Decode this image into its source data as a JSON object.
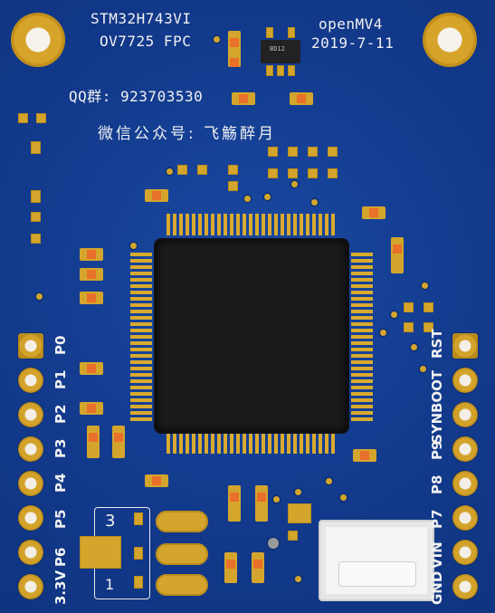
{
  "board": {
    "mcu_label": "STM32H743VI",
    "camera_label": "OV7725 FPC",
    "brand_label": "openMV4",
    "date_label": "2019-7-11",
    "qq_label": "QQ群: 923703530",
    "wechat_label": "微信公众号:  飞觞醉月",
    "ic_marking": "BD12"
  },
  "left_header": {
    "pins": [
      "P0",
      "P1",
      "P2",
      "P3",
      "P4",
      "P5",
      "3.3V",
      "P6"
    ]
  },
  "right_header": {
    "pins": [
      "RST",
      "BOOT",
      "SYN",
      "P9",
      "P8",
      "P7",
      "VIN",
      "GND"
    ]
  },
  "jumper_numbers": {
    "top": "3",
    "bottom": "1"
  },
  "colors": {
    "soldermask": "#123d8f",
    "copper": "#d4a52d",
    "silkscreen": "#f1f1f1",
    "chip": "#1b1b1d",
    "component": "#e9702a"
  },
  "icons": [
    "mounting-hole-icon",
    "usb-connector-icon",
    "qfp-chip-icon"
  ]
}
